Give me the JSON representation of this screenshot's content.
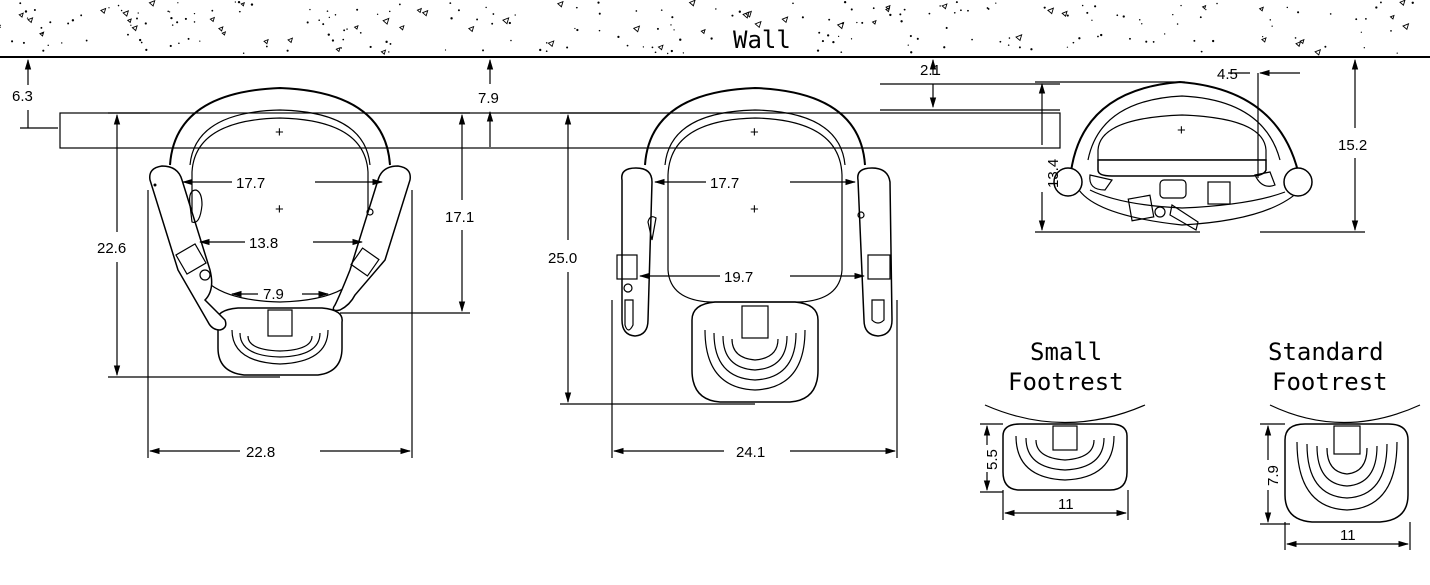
{
  "wall": {
    "label": "Wall"
  },
  "seat1": {
    "dims": {
      "wall_gap": "6.3",
      "rail": "7.9",
      "arm_outer": "17.7",
      "arm_inner": "13.8",
      "footrest_inner": "7.9",
      "depth": "22.6",
      "arm_depth": "17.1",
      "width": "22.8"
    }
  },
  "seat2": {
    "dims": {
      "arm_outer": "17.7",
      "seat_width": "19.7",
      "depth": "25.0",
      "width": "24.1"
    }
  },
  "seat3": {
    "dims": {
      "wall_gap": "2.1",
      "offset": "4.5",
      "depth": "13.4",
      "total": "15.2"
    }
  },
  "footrests": {
    "small": {
      "title_line1": "Small",
      "title_line2": "Footrest",
      "height": "5.5",
      "width": "11"
    },
    "standard": {
      "title_line1": "Standard",
      "title_line2": "Footrest",
      "height": "7.9",
      "width": "11"
    }
  }
}
